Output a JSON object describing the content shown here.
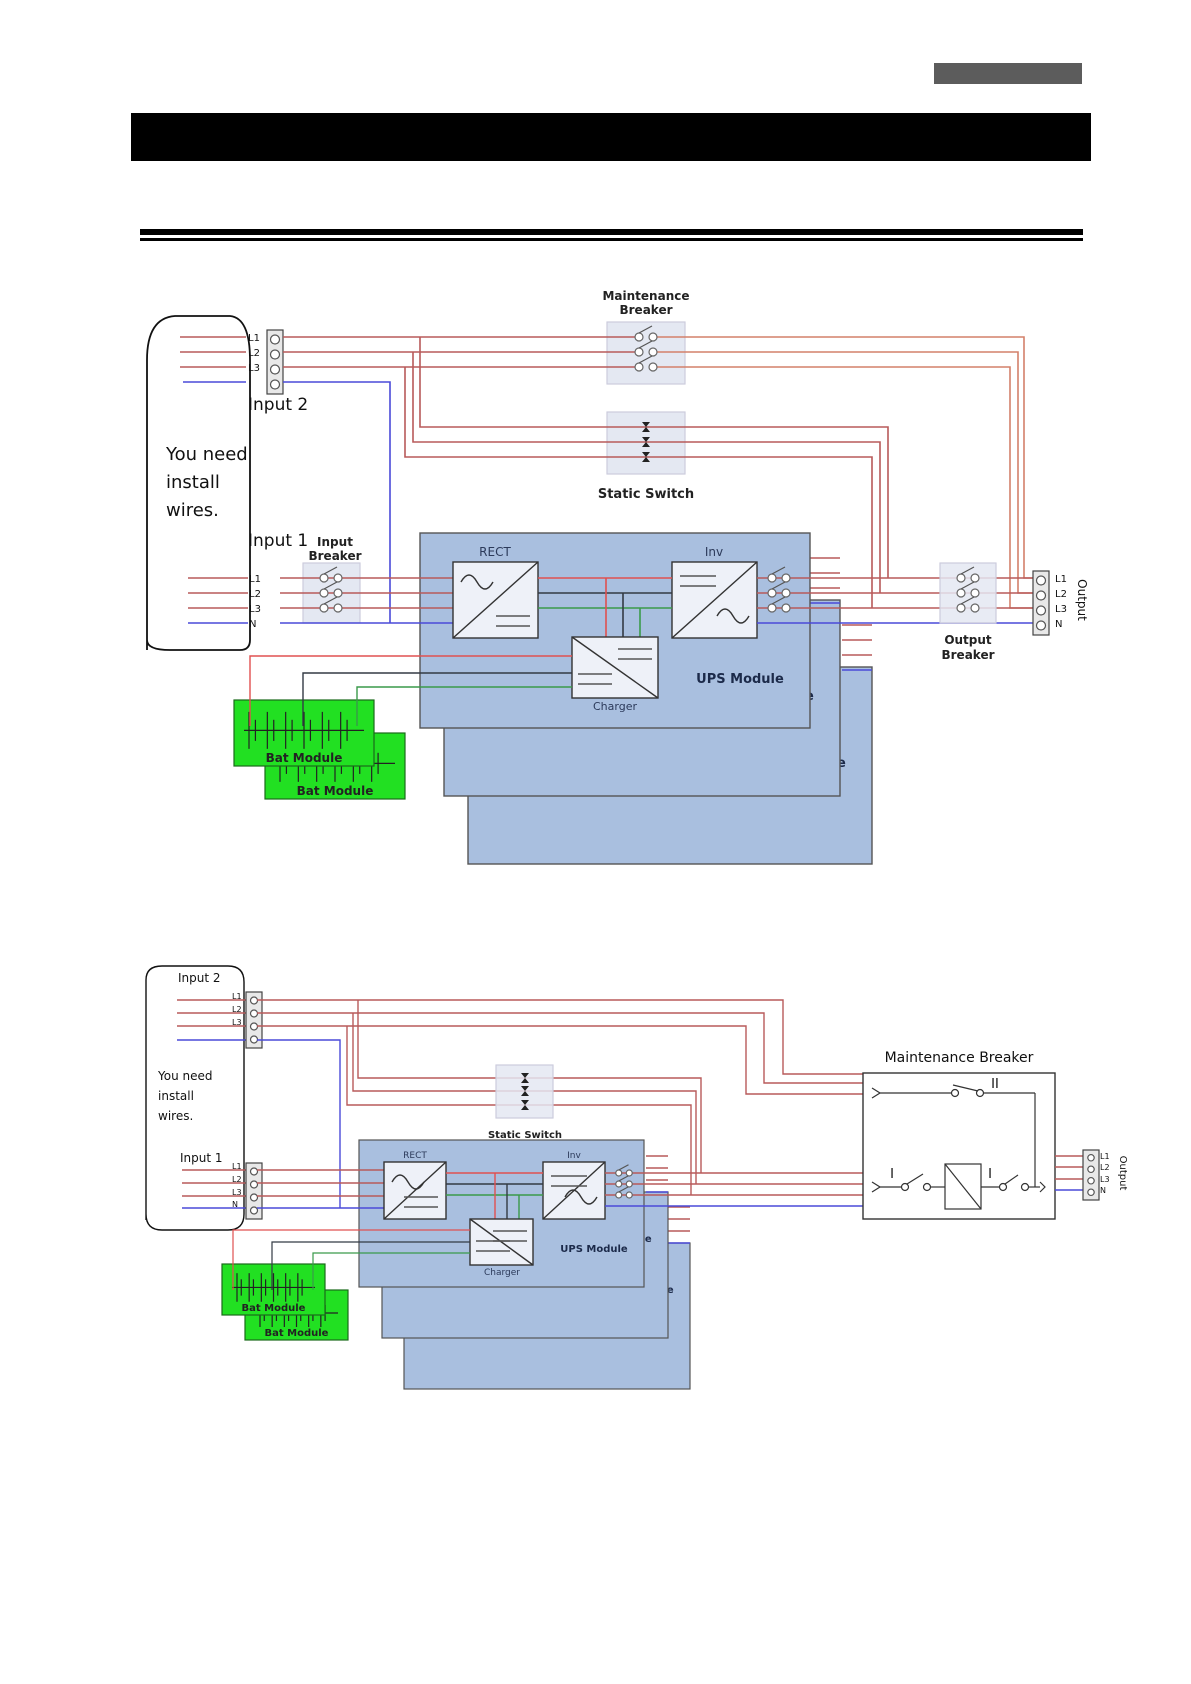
{
  "header": {
    "tag_color": "#5c5c5c",
    "bar_color": "#000000"
  },
  "colors": {
    "phase": "#b85a5a",
    "phase_out": "#d4806a",
    "neutral": "#4a4ad8",
    "dc_pos": "#e05050",
    "dc_neg": "#333a44",
    "dc_mid": "#3a9a4a",
    "module_fill": "#a9bfdf",
    "battery_fill": "#22e022"
  },
  "diagram_top": {
    "install_note": [
      "You need",
      "install",
      "wires."
    ],
    "input2_label": "Input 2",
    "input1_label": "Input 1",
    "input_breaker_label": [
      "Input",
      "Breaker"
    ],
    "maintenance_breaker_label": [
      "Maintenance",
      "Breaker"
    ],
    "static_switch_label": "Static Switch",
    "output_breaker_label": [
      "Output",
      "Breaker"
    ],
    "output_label": "Output",
    "terminal_labels": [
      "L1",
      "L2",
      "L3",
      "N"
    ],
    "rect_label": "RECT",
    "inv_label": "Inv",
    "charger_label": "Charger",
    "ups_module_label": "UPS Module",
    "bat_module_label": "Bat Module",
    "ups_module_count": 3,
    "bat_module_count": 2
  },
  "diagram_bottom": {
    "install_note": [
      "You need",
      "install",
      "wires."
    ],
    "input2_label": "Input 2",
    "input1_label": "Input 1",
    "static_switch_label": "Static Switch",
    "maintenance_breaker_label": "Maintenance Breaker",
    "output_label": "Output",
    "terminal_labels": [
      "L1",
      "L2",
      "L3",
      "N"
    ],
    "rect_label": "RECT",
    "inv_label": "Inv",
    "charger_label": "Charger",
    "ups_module_label": "UPS Module",
    "bat_module_label": "Bat Module",
    "breaker_marks": [
      "II",
      "I",
      "I"
    ],
    "ups_module_count": 3,
    "bat_module_count": 2
  }
}
